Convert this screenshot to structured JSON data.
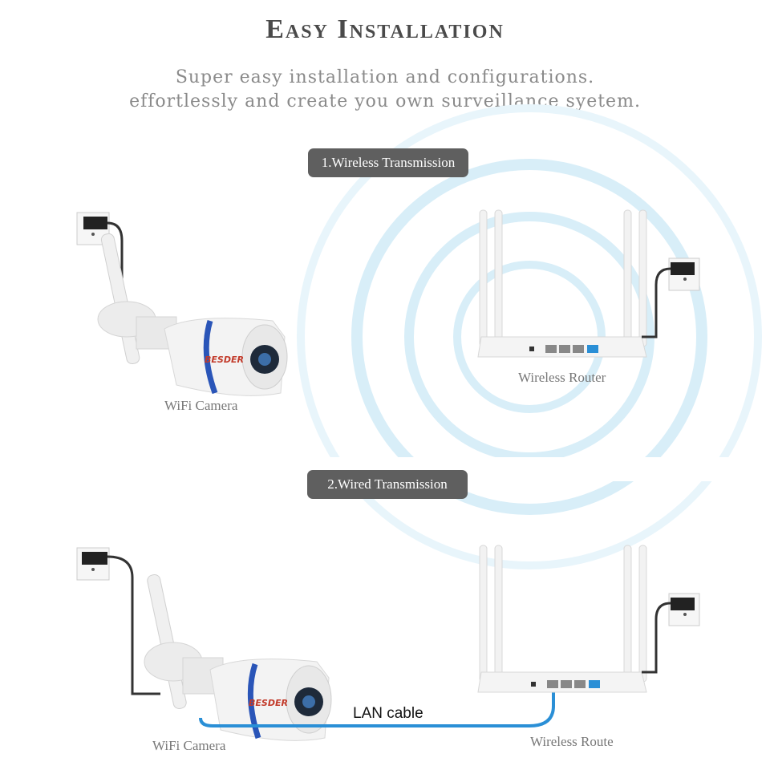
{
  "header": {
    "title": "Easy Installation",
    "subtitle_line1": "Super easy installation and configurations.",
    "subtitle_line2": "effortlessly and create you own surveillance syetem."
  },
  "section1": {
    "badge": "1.Wireless Transmission",
    "camera_label": "WiFi Camera",
    "router_label": "Wireless Router",
    "camera_brand": "BESDER"
  },
  "section2": {
    "badge": "2.Wired Transmission",
    "camera_label": "WiFi Camera",
    "router_label": "Wireless Route",
    "cable_label": "LAN cable",
    "camera_brand": "BESDER"
  },
  "colors": {
    "badge_bg": "#5f5f5f",
    "wave": "#d3ecf7",
    "lan_cable": "#2a8fd6",
    "cable_dark": "#333333"
  },
  "icons": [
    "wall-socket-icon",
    "wifi-wave-icon",
    "camera-icon",
    "router-icon"
  ]
}
